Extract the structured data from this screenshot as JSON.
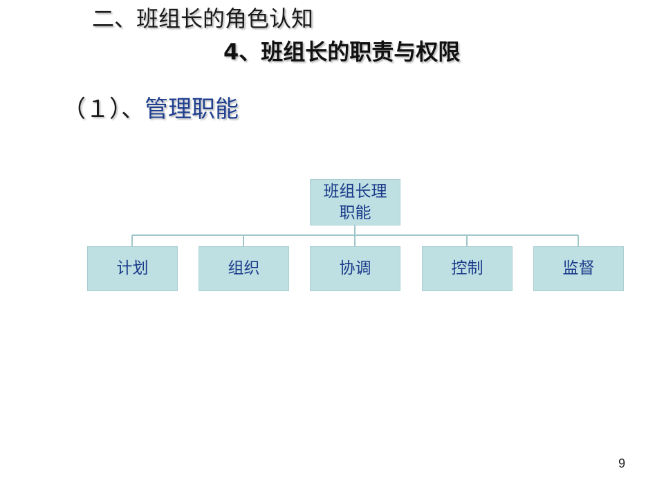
{
  "slide": {
    "title": "二、班组长的角色认知",
    "subtitle": "4、班组长的职责与权限",
    "section_prefix": "（１）、",
    "section_term": "管理职能",
    "page_number": "9"
  },
  "org_chart": {
    "root": "班组长理职能",
    "children": [
      "计划",
      "组织",
      "协调",
      "控制",
      "监督"
    ],
    "colors": {
      "box_fill": "#bfe0e2",
      "box_text": "#1a3a8a",
      "connector": "#9fc6c8"
    }
  }
}
